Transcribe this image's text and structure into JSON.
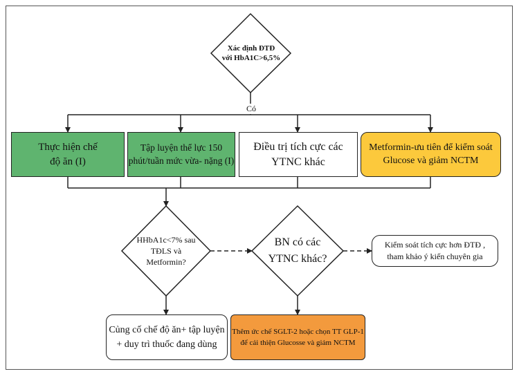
{
  "colors": {
    "green": "#5fb46f",
    "yellow": "#fcc93c",
    "orange": "#f39a3d",
    "white": "#ffffff",
    "line": "#222222"
  },
  "start": {
    "text": "Xác định ĐTĐ\nvới HbA1C>6,5%"
  },
  "branch_label": "Có",
  "boxes": {
    "diet": "Thực hiện chế\nđộ ăn (I)",
    "exercise": "Tập luyện thể lực 150\nphút/tuần mức vừa- nặng (I)",
    "ytnc": "Điều trị tích cực các\nYTNC khác",
    "metformin": "Metformin-ưu tiên để kiểm soát\nGlucose và giảm NCTM"
  },
  "decisions": {
    "hba1c": "HHbA1c<7% sau\nTĐLS và\nMetformin?",
    "bn": "BN có các\nYTNC khác?"
  },
  "outcomes": {
    "control": "Kiểm soát tích cực hơn ĐTĐ ,\ntham khảo ý kiến chuyên gia",
    "maintain": "Củng cố chế độ ăn+ tập luyện\n+ duy trì thuốc đang dùng",
    "sglt2": "Thêm ức chế SGLT-2 hoặc chọn TT GLP-1\nđể cải thiện Glucosse và giảm NCTM"
  }
}
